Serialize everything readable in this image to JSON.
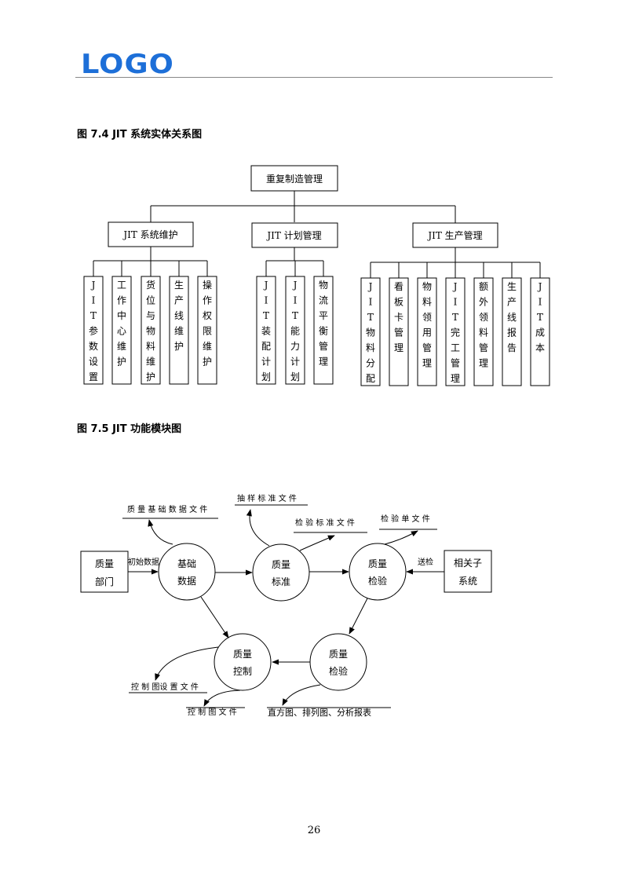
{
  "header": {
    "logo": "LOGO"
  },
  "figure_7_4": {
    "caption": "图 7.4    JIT 系统实体关系图",
    "root": "重复制造管理",
    "groups": [
      {
        "label": "JIT 系统维护",
        "children": [
          "JIT参数设置",
          "工作中心维护",
          "货位与物料维护",
          "生产线维护",
          "操作权限维护"
        ]
      },
      {
        "label": "JIT 计划管理",
        "children": [
          "JIT装配计划",
          "JIT能力计划",
          "物流平衡管理"
        ]
      },
      {
        "label": "JIT 生产管理",
        "children": [
          "JIT物料分配",
          "看板卡管理",
          "物料领用管理",
          "JIT完工管理",
          "额外领料管理",
          "生产线报告",
          "JIT成本"
        ]
      }
    ]
  },
  "figure_7_5": {
    "caption": "图 7.5 JIT 功能模块图",
    "nodes": {
      "basic_data": [
        "基础",
        "数据"
      ],
      "quality_standard": [
        "质量",
        "标准"
      ],
      "quality_inspection_1": [
        "质量",
        "检验"
      ],
      "quality_control": [
        "质量",
        "控制"
      ],
      "quality_inspection_2": [
        "质量",
        "检验"
      ]
    },
    "entities": {
      "quality_dept": [
        "质量",
        "部门"
      ],
      "related_subsystem": [
        "相关子",
        "系统"
      ]
    },
    "files": {
      "quality_basic_data_file": "质 量 基 础 数 据 文 件",
      "sampling_standard_file": "抽 样 标 准 文 件",
      "inspection_standard_file": "检 验 标 准 文 件",
      "inspection_sheet_file": "检 验 单 文 件",
      "control_chart_setting_file": "控 制 图设 置 文 件",
      "control_chart_file": "控 制 图 文 件",
      "reports_file": "直方图、排列图、分析报表"
    },
    "flows": {
      "initial_data": "初始数据",
      "send_inspection": "送检"
    }
  },
  "footer": {
    "page_number": "26"
  }
}
